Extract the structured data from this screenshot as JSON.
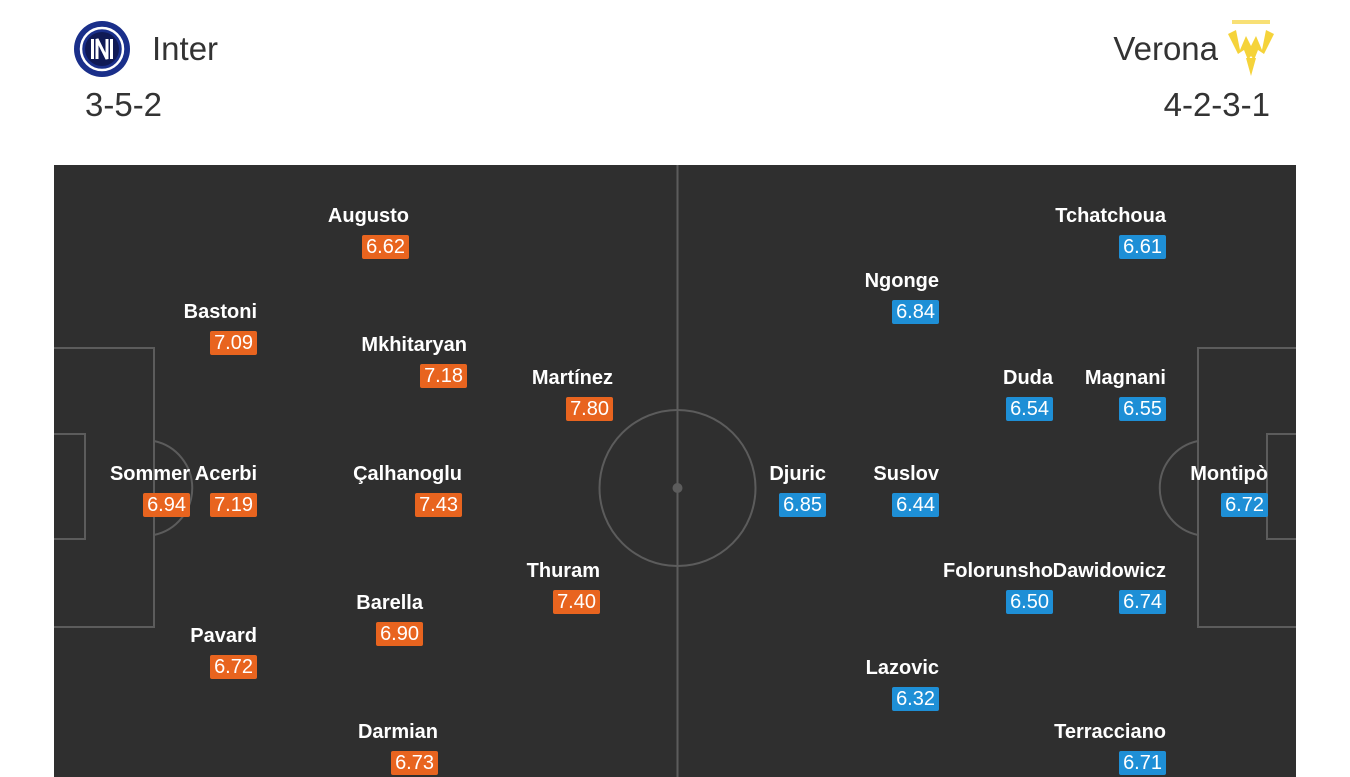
{
  "home": {
    "name": "Inter",
    "formation": "3-5-2",
    "logo": "inter-logo",
    "rating_color": "#e8641f",
    "players": [
      {
        "name": "Sommer",
        "rating": "6.94"
      },
      {
        "name": "Bastoni",
        "rating": "7.09"
      },
      {
        "name": "Acerbi",
        "rating": "7.19"
      },
      {
        "name": "Pavard",
        "rating": "6.72"
      },
      {
        "name": "Augusto",
        "rating": "6.62"
      },
      {
        "name": "Mkhitaryan",
        "rating": "7.18"
      },
      {
        "name": "Çalhanoglu",
        "rating": "7.43"
      },
      {
        "name": "Barella",
        "rating": "6.90"
      },
      {
        "name": "Darmian",
        "rating": "6.73"
      },
      {
        "name": "Martínez",
        "rating": "7.80"
      },
      {
        "name": "Thuram",
        "rating": "7.40"
      }
    ]
  },
  "away": {
    "name": "Verona",
    "formation": "4-2-3-1",
    "logo": "verona-logo",
    "rating_color": "#1e8fd6",
    "players": [
      {
        "name": "Montipò",
        "rating": "6.72"
      },
      {
        "name": "Tchatchoua",
        "rating": "6.61"
      },
      {
        "name": "Magnani",
        "rating": "6.55"
      },
      {
        "name": "Dawidowicz",
        "rating": "6.74"
      },
      {
        "name": "Terracciano",
        "rating": "6.71"
      },
      {
        "name": "Duda",
        "rating": "6.54"
      },
      {
        "name": "Folorunsho",
        "rating": "6.50"
      },
      {
        "name": "Ngonge",
        "rating": "6.84"
      },
      {
        "name": "Suslov",
        "rating": "6.44"
      },
      {
        "name": "Lazovic",
        "rating": "6.32"
      },
      {
        "name": "Djuric",
        "rating": "6.85"
      }
    ]
  }
}
